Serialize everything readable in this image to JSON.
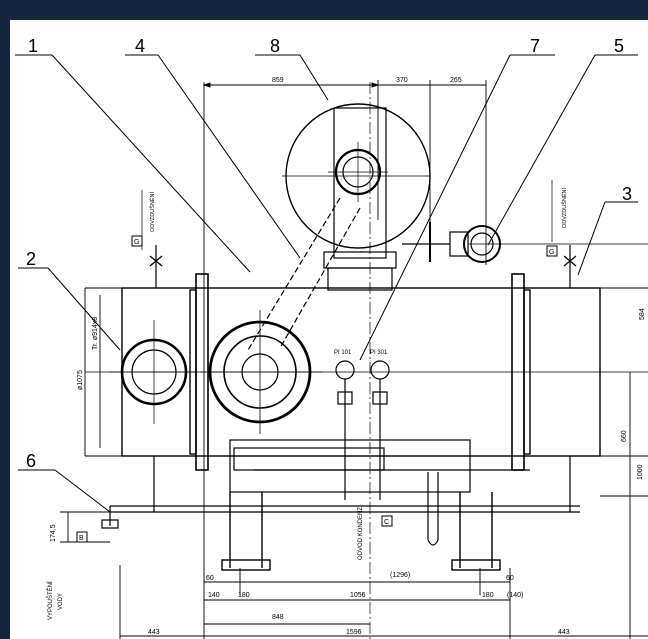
{
  "callouts": {
    "c1": "1",
    "c2": "2",
    "c3": "3",
    "c4": "4",
    "c5": "5",
    "c6": "6",
    "c7": "7",
    "c8": "8"
  },
  "dimensions": {
    "top_859": "859",
    "top_370": "370",
    "top_265": "265",
    "right_584": "584",
    "right_660": "660",
    "right_1000": "1000",
    "left_1075": "ø1075",
    "left_914": "Tr. ø914x8",
    "left_174": "174,5",
    "b_60_left": "60",
    "b_60_right": "60",
    "b_1296": "(1296)",
    "b_140": "140",
    "b_180_left": "180",
    "b_1056": "1056",
    "b_180_right": "180",
    "b_140_paren": "(140)",
    "b_848": "848",
    "b_443_left": "443",
    "b_1596": "1596",
    "b_443_right": "443"
  },
  "labels": {
    "pi101": "PI 101",
    "pi301": "PI 301",
    "odvzdusneni_left": "ODVZDUŠNĚNÍ",
    "odvzdusneni_right": "ODVZDUŠNĚNÍ",
    "vypousteni": "VYPOUŠTĚNÍ",
    "vody": "VODY",
    "odvod_kondenz": "ODVOD KONDENZ."
  },
  "tags": {
    "tag_g_left": "G",
    "tag_g_right": "G",
    "tag_c": "C",
    "tag_b": "B"
  }
}
